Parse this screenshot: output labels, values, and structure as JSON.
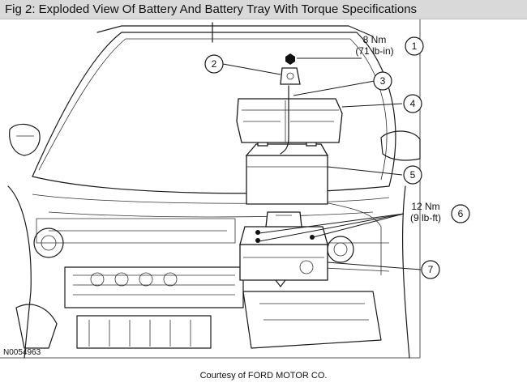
{
  "title": "Fig 2: Exploded View Of Battery And Battery Tray With Torque Specifications",
  "callouts": [
    {
      "num": "1",
      "torque_line1": "8 Nm",
      "torque_line2": "(71 lb-in)"
    },
    {
      "num": "2"
    },
    {
      "num": "3"
    },
    {
      "num": "4"
    },
    {
      "num": "5"
    },
    {
      "num": "6",
      "torque_line1": "12 Nm",
      "torque_line2": "(9 lb-ft)"
    },
    {
      "num": "7"
    }
  ],
  "part_code": "N0054963",
  "courtesy": "Courtesy of FORD MOTOR CO."
}
